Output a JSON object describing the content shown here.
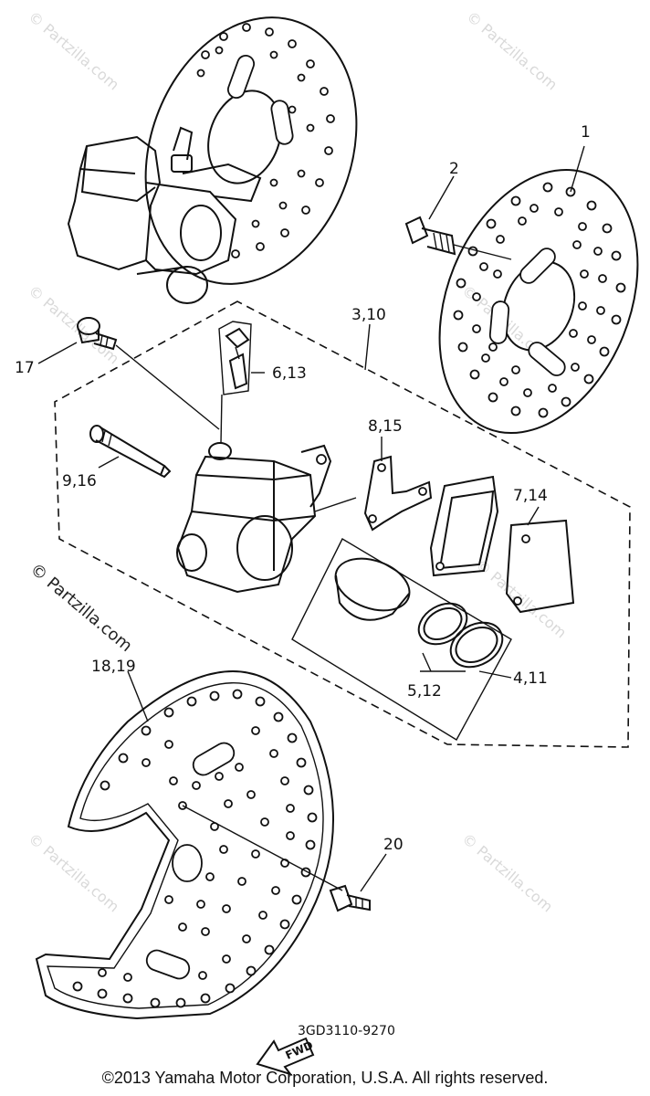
{
  "watermark": "© Partzilla.com",
  "watermark_overlay": "© Partzilla.com",
  "callouts": {
    "c1": "1",
    "c2": "2",
    "c3": "3,10",
    "c4": "4,11",
    "c5": "5,12",
    "c6": "6,13",
    "c7": "7,14",
    "c8": "8,15",
    "c9": "9,16",
    "c17": "17",
    "c18": "18,19",
    "c20": "20"
  },
  "fwd_label": "FWD",
  "diagram_code": "3GD3110-9270",
  "copyright": "©2013 Yamaha Motor Corporation, U.S.A. All rights reserved."
}
